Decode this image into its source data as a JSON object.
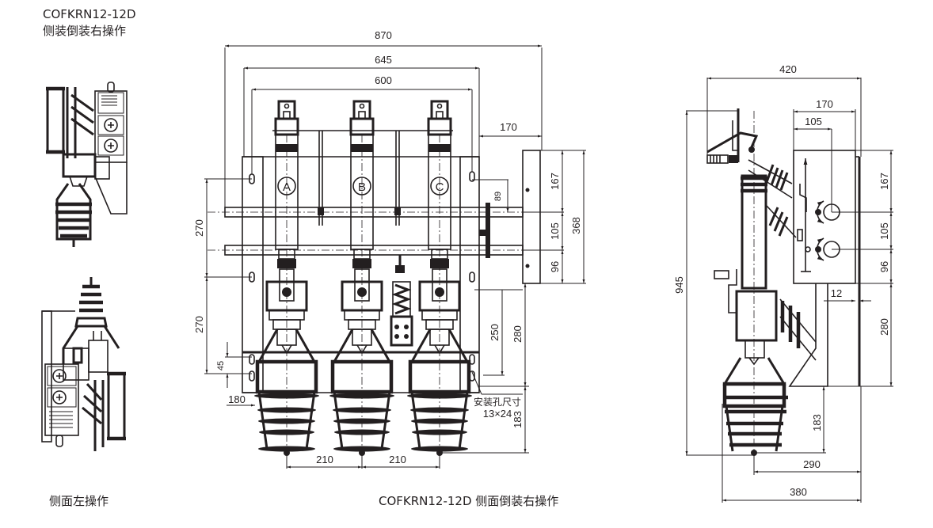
{
  "captions": {
    "top_model": "COFKRN12-12D",
    "top_desc": "侧装倒装右操作",
    "left_view": "侧面左操作",
    "main_view": "COFKRN12-12D 侧面倒装右操作"
  },
  "front_view": {
    "phases": [
      "A",
      "B",
      "C"
    ],
    "dimensions": {
      "overall_width": "870",
      "frame_width": "645",
      "mount_width": "600",
      "side_offset": "170",
      "hole_offset": "89",
      "upper_span": "167",
      "shaft_spacing": "105",
      "lower_span": "96",
      "panel_height": "368",
      "hole_pitch_upper": "270",
      "hole_pitch_lower": "270",
      "small_pitch": "45",
      "fuse_width": "180",
      "hole_to_base": "250",
      "base_height": "280",
      "fuse_height": "183",
      "phase_pitch_1": "210",
      "phase_pitch_2": "210"
    },
    "mount_hole_note": "安装孔尺寸",
    "mount_hole_size": "13×24"
  },
  "side_view": {
    "dimensions": {
      "overall_depth": "420",
      "panel_depth": "170",
      "shaft_offset": "105",
      "overall_height": "945",
      "upper_span": "167",
      "shaft_spacing": "105",
      "lower_span": "96",
      "gap": "12",
      "base_height": "280",
      "fuse_height": "183",
      "centre_depth": "290",
      "base_depth": "380"
    }
  }
}
